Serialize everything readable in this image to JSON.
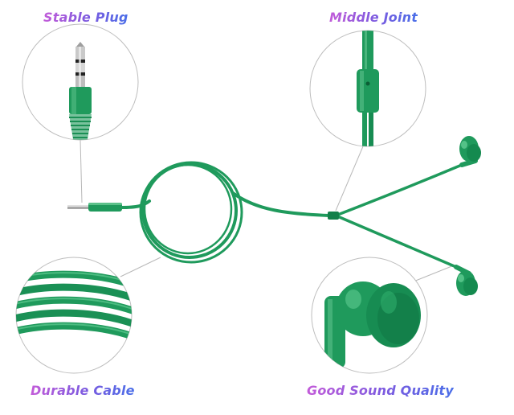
{
  "labels": {
    "stable_plug": "Stable Plug",
    "middle_joint": "Middle Joint",
    "durable_cable": "Durable Cable",
    "good_sound_quality": "Good Sound Quality"
  },
  "colors": {
    "cable_green": "#1f9a5c",
    "cable_dark": "#13804a",
    "label_start": "#c25bd9",
    "label_end": "#4a6fe8",
    "circle_border": "#bdbdbd"
  },
  "icons": [
    "headphone-jack-icon",
    "earbud-icon"
  ]
}
